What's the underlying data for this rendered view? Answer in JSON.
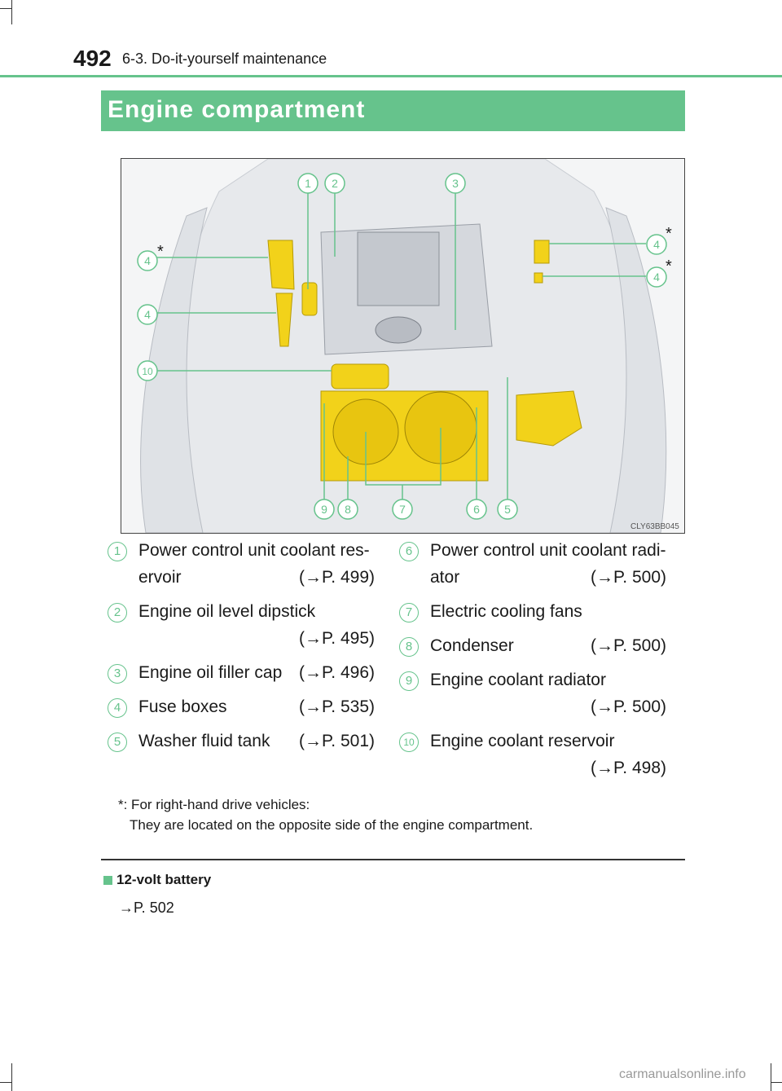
{
  "header": {
    "page_number": "492",
    "section": "6-3. Do-it-yourself maintenance"
  },
  "banner": {
    "title": "Engine compartment"
  },
  "figure": {
    "code": "CLY63BB045",
    "asterisk": "*",
    "callouts": [
      "1",
      "2",
      "3",
      "4",
      "4",
      "4",
      "4",
      "10",
      "9",
      "8",
      "7",
      "6",
      "5"
    ]
  },
  "legend": [
    {
      "num": "1",
      "line1": "Power control unit coolant res-",
      "line2": "ervoir",
      "ref": "(→P. 499)"
    },
    {
      "num": "2",
      "line1": "Engine oil level dipstick",
      "ref": "(→P. 495)"
    },
    {
      "num": "3",
      "line1": "Engine oil filler cap",
      "ref": "(→P. 496)"
    },
    {
      "num": "4",
      "line1": "Fuse boxes",
      "ref": "(→P. 535)"
    },
    {
      "num": "5",
      "line1": "Washer fluid tank",
      "ref": "(→P. 501)"
    },
    {
      "num": "6",
      "line1": "Power control unit coolant radi-",
      "line2": "ator",
      "ref": "(→P. 500)"
    },
    {
      "num": "7",
      "line1": "Electric cooling fans"
    },
    {
      "num": "8",
      "line1": "Condenser",
      "ref": "(→P. 500)"
    },
    {
      "num": "9",
      "line1": "Engine coolant radiator",
      "ref": "(→P. 500)"
    },
    {
      "num": "10",
      "line1": "Engine coolant reservoir",
      "ref": "(→P. 498)"
    }
  ],
  "footnote": {
    "line1": "*: For right-hand drive vehicles:",
    "line2": "They are located on the opposite side of the engine compartment."
  },
  "subsection": {
    "title": "12-volt battery",
    "ref": "→P. 502"
  },
  "watermark": "carmanualsonline.info",
  "colors": {
    "accent": "#66c38c",
    "highlight": "#f2d21a"
  }
}
